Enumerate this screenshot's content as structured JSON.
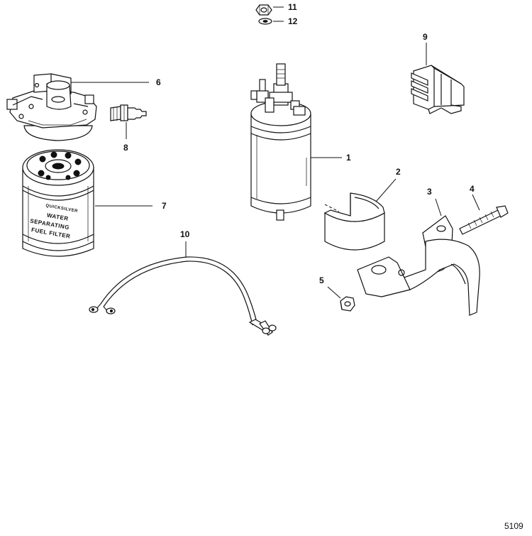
{
  "callouts": {
    "c1": "1",
    "c2": "2",
    "c3": "3",
    "c4": "4",
    "c5": "5",
    "c6": "6",
    "c7": "7",
    "c8": "8",
    "c9": "9",
    "c10": "10",
    "c11": "11",
    "c12": "12"
  },
  "filter_label": {
    "brand": "QUICKSILVER",
    "line1": "WATER",
    "line2": "SEPARATING",
    "line3": "FUEL FILTER"
  },
  "drawing_number": "5109"
}
